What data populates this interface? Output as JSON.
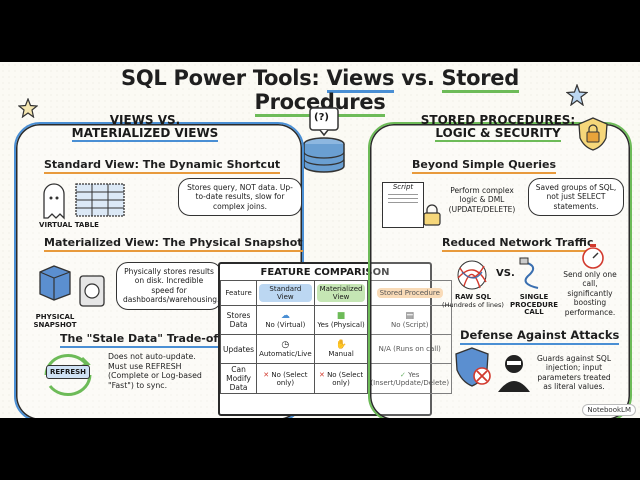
{
  "title": {
    "part1": "SQL Power Tools: ",
    "part2": "Views",
    "part3": " vs. ",
    "part4": "Stored Procedures"
  },
  "left": {
    "header_line1": "VIEWS VS.",
    "header_line2": "MATERIALIZED VIEWS",
    "standard": {
      "heading": "Standard View: The Dynamic Shortcut",
      "icon_caption": "VIRTUAL TABLE",
      "note": "Stores query, NOT data. Up-to-date results, slow for complex joins."
    },
    "materialized": {
      "heading": "Materialized View: The Physical Snapshot",
      "icon_caption_line1": "PHYSICAL",
      "icon_caption_line2": "SNAPSHOT",
      "note": "Physically stores results on disk. Incredible speed for dashboards/warehousing."
    },
    "stale": {
      "heading": "The \"Stale Data\" Trade-off",
      "button": "REFRESH",
      "note": "Does not auto-update. Must use REFRESH (Complete or Log-based \"Fast\") to sync."
    }
  },
  "right": {
    "header_line1": "STORED PROCEDURES:",
    "header_line2": "LOGIC & SECURITY",
    "beyond": {
      "heading": "Beyond Simple Queries",
      "script_label": "Script",
      "note": "Perform complex logic & DML (UPDATE/DELETE)",
      "bubble": "Saved groups of SQL, not just SELECT statements."
    },
    "network": {
      "heading": "Reduced Network Traffic",
      "raw_caption_line1": "RAW SQL",
      "raw_caption_line2": "(Hundreds of lines)",
      "vs": "VS.",
      "single_caption_line1": "SINGLE",
      "single_caption_line2": "PROCEDURE",
      "single_caption_line3": "CALL",
      "note": "Send only one call, significantly boosting performance."
    },
    "defense": {
      "heading": "Defense Against Attacks",
      "note": "Guards against SQL injection; input parameters treated as literal values."
    }
  },
  "comparison": {
    "title": "FEATURE COMPARISON",
    "corner": "Feature",
    "columns": [
      "Standard View",
      "Materialized View",
      "Stored Procedure"
    ],
    "rows": [
      {
        "label": "Stores Data",
        "cells": [
          "No (Virtual)",
          "Yes (Physical)",
          "No (Script)"
        ]
      },
      {
        "label": "Updates",
        "cells": [
          "Automatic/Live",
          "Manual",
          "N/A (Runs on call)"
        ]
      },
      {
        "label": "Can Modify Data",
        "cells": [
          "No (Select only)",
          "No (Select only)",
          "Yes (Insert/Update/Delete)"
        ]
      }
    ]
  },
  "center_icon_text": "(?)",
  "badge": "NotebookLM",
  "colors": {
    "blue": "#4a8fd4",
    "green": "#6dbb58",
    "orange": "#e89a3c"
  }
}
